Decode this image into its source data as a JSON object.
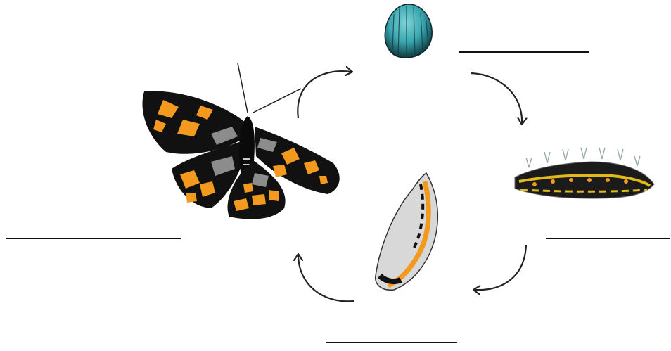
{
  "diagram": {
    "title": "",
    "stages": [
      {
        "id": "egg",
        "label": ""
      },
      {
        "id": "caterpillar",
        "label": ""
      },
      {
        "id": "pupa",
        "label": ""
      },
      {
        "id": "butterfly",
        "label": ""
      }
    ],
    "cycle_order": [
      "egg",
      "caterpillar",
      "pupa",
      "butterfly"
    ]
  },
  "colors": {
    "egg": "#3aa7b0",
    "wing_orange": "#f39a1e",
    "wing_black": "#111111",
    "wing_gray": "#8c8c8c",
    "caterpillar_yellow": "#e0b91a",
    "arrow": "#222222",
    "label_line": "#111111"
  },
  "icons": {
    "egg": "egg-icon",
    "caterpillar": "caterpillar-icon",
    "pupa": "chrysalis-icon",
    "butterfly": "butterfly-icon",
    "arrow": "curved-arrow-icon"
  }
}
